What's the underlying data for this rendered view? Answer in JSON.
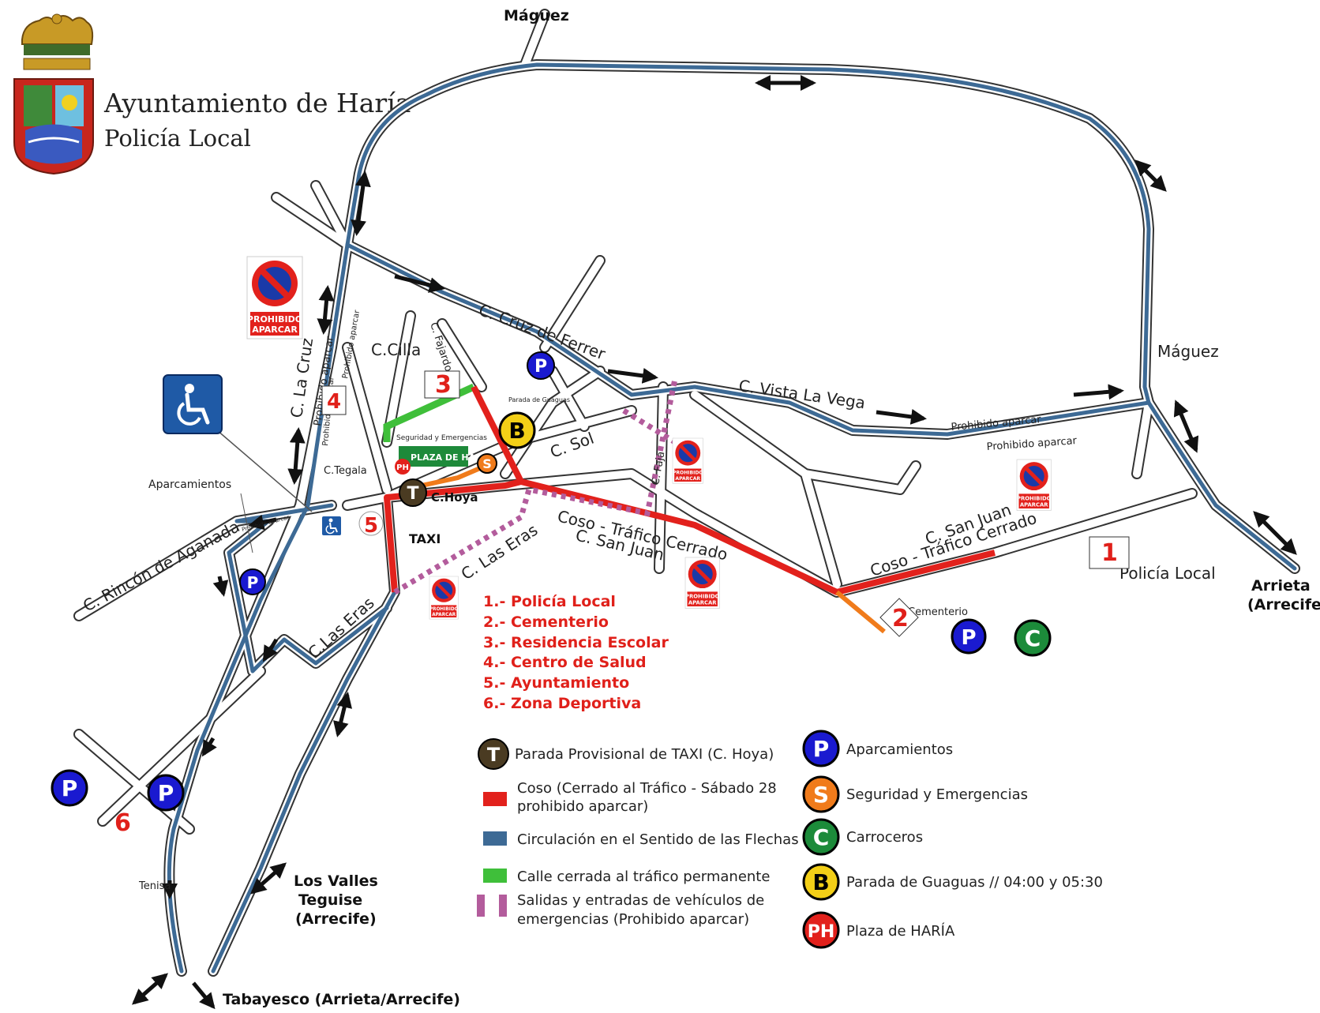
{
  "header": {
    "title": "Ayuntamiento de Haría",
    "subtitle": "Policía Local"
  },
  "colors": {
    "closed_coso": "#e2211c",
    "circulation": "#3d6a95",
    "closed_permanent": "#3fbf3a",
    "emergency": "#b35c9c",
    "security": "#f07b1b",
    "parking_blue": "#1a1ad0",
    "carroceros_green": "#1c8b3a",
    "bus_yellow": "#f3cf17",
    "taxi_brown": "#4a3b22"
  },
  "places": {
    "maguez_top": "Máguez",
    "maguez_right": "Máguez",
    "arrieta_1": "Arrieta",
    "arrieta_2": "(Arrecife)",
    "los_valles_1": "Los Valles",
    "los_valles_2": "Teguise",
    "los_valles_3": "(Arrecife)",
    "tabayesco": "Tabayesco (Arrieta/Arrecife)",
    "tenisa": "Tenisa"
  },
  "streets": {
    "cruz_de_ferrer": "C. Cruz de Ferrer",
    "vista_la_vega": "C. Vista La Vega",
    "prohibido_1": "Prohibido aparcar",
    "prohibido_2": "Prohibido aparcar",
    "cilla": "C.Cilla",
    "fajardo": "C. Fajardo",
    "la_cruz": "C. La Cruz",
    "la_cruz_prohibido": "Prohibido aparcar",
    "la_cruz_prohibido_2": "Prohibido aparcar",
    "la_cruz_prohibido_3": "Prohibido aparcar",
    "tegala": "C.Tegala",
    "sol": "C. Sol",
    "faja": "C. Faja",
    "hoya": "C.Hoya",
    "taxi": "TAXI",
    "coso_1": "Coso - Tráfico Cerrado",
    "coso_2": "C. San Juan",
    "las_eras": "C. Las Eras",
    "las_eras_2": "C.Las Eras",
    "rincon": "C. Rincón de Aganada",
    "san_juan": "C. San Juan",
    "coso_3": "Coso - Tráfico Cerrado",
    "policia_local": "Policía Local",
    "cementerio": "Cementerio",
    "aparcamientos": "Aparcamientos",
    "parada_guaguas": "Parada de Guaguas",
    "seguridad": "Seguridad y Emergencias",
    "plaza": "PLAZA DE HARÍA",
    "prohibido_small": "Prohibido aparcar"
  },
  "sign": {
    "line1": "PROHIBIDO",
    "line2": "APARCAR"
  },
  "numbered_places": [
    {
      "num": "1",
      "text": "1.- Policía Local"
    },
    {
      "num": "2",
      "text": "2.- Cementerio"
    },
    {
      "num": "3",
      "text": "3.- Residencia Escolar"
    },
    {
      "num": "4",
      "text": "4.- Centro de Salud"
    },
    {
      "num": "5",
      "text": "5.- Ayuntamiento"
    },
    {
      "num": "6",
      "text": "6.- Zona Deportiva"
    }
  ],
  "legend_left": [
    {
      "symbol": "T",
      "text": "Parada Provisional de TAXI (C. Hoya)"
    },
    {
      "symbol": "red-line",
      "text": "Coso (Cerrado al Tráfico - Sábado 28",
      "text2": "prohibido aparcar)"
    },
    {
      "symbol": "blue-line",
      "text": "Circulación en el Sentido de las Flechas"
    },
    {
      "symbol": "green-line",
      "text": "Calle cerrada al tráfico permanente"
    },
    {
      "symbol": "purple-dash",
      "text": "Salidas y entradas de vehículos de",
      "text2": "emergencias (Prohibido aparcar)"
    }
  ],
  "legend_right": [
    {
      "symbol": "P",
      "text": "Aparcamientos"
    },
    {
      "symbol": "S",
      "text": "Seguridad y Emergencias"
    },
    {
      "symbol": "C",
      "text": "Carroceros"
    },
    {
      "symbol": "B",
      "text": "Parada de Guaguas // 04:00 y 05:30"
    },
    {
      "symbol": "PH",
      "text": "Plaza de HARÍA"
    }
  ],
  "symbols": {
    "p": "P",
    "s": "S",
    "c": "C",
    "b": "B",
    "t": "T",
    "ph": "PH"
  }
}
